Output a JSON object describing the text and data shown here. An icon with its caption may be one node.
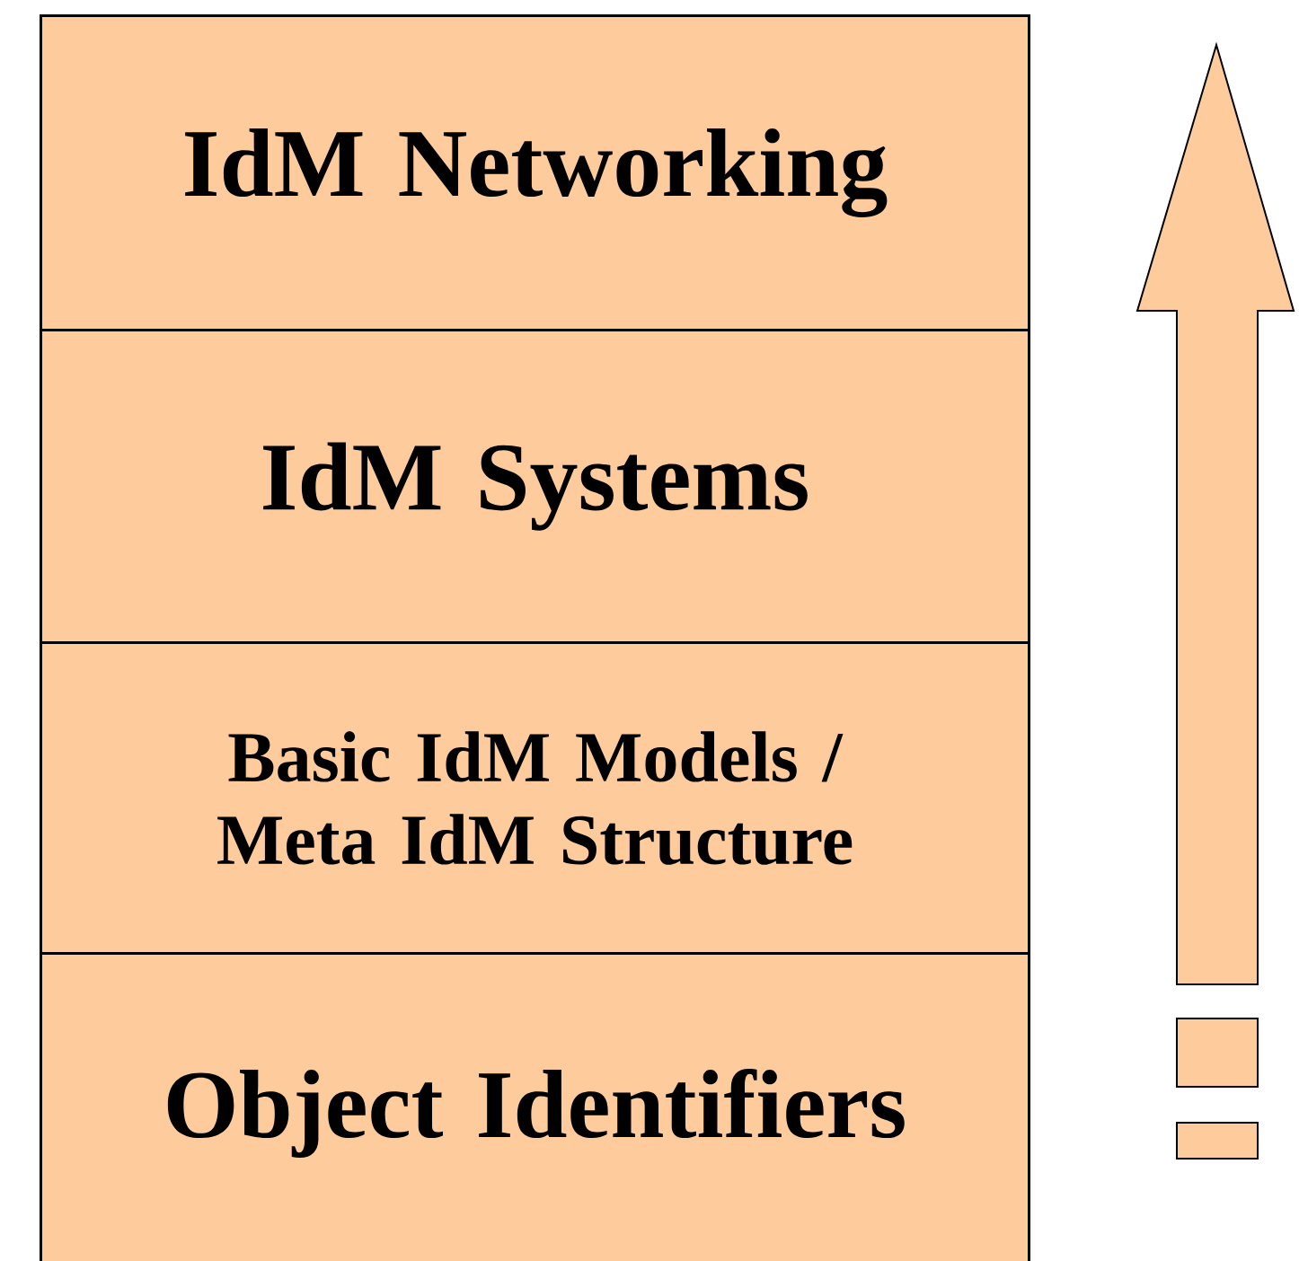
{
  "diagram": {
    "nodes": [
      {
        "text": [
          "IdM Networking"
        ]
      },
      {
        "text": [
          "IdM Systems"
        ]
      },
      {
        "text": [
          "Basic IdM Models / Meta IdM Structure"
        ]
      },
      {
        "text": [
          "Object Identifiers"
        ]
      }
    ],
    "edges": []
  }
}
